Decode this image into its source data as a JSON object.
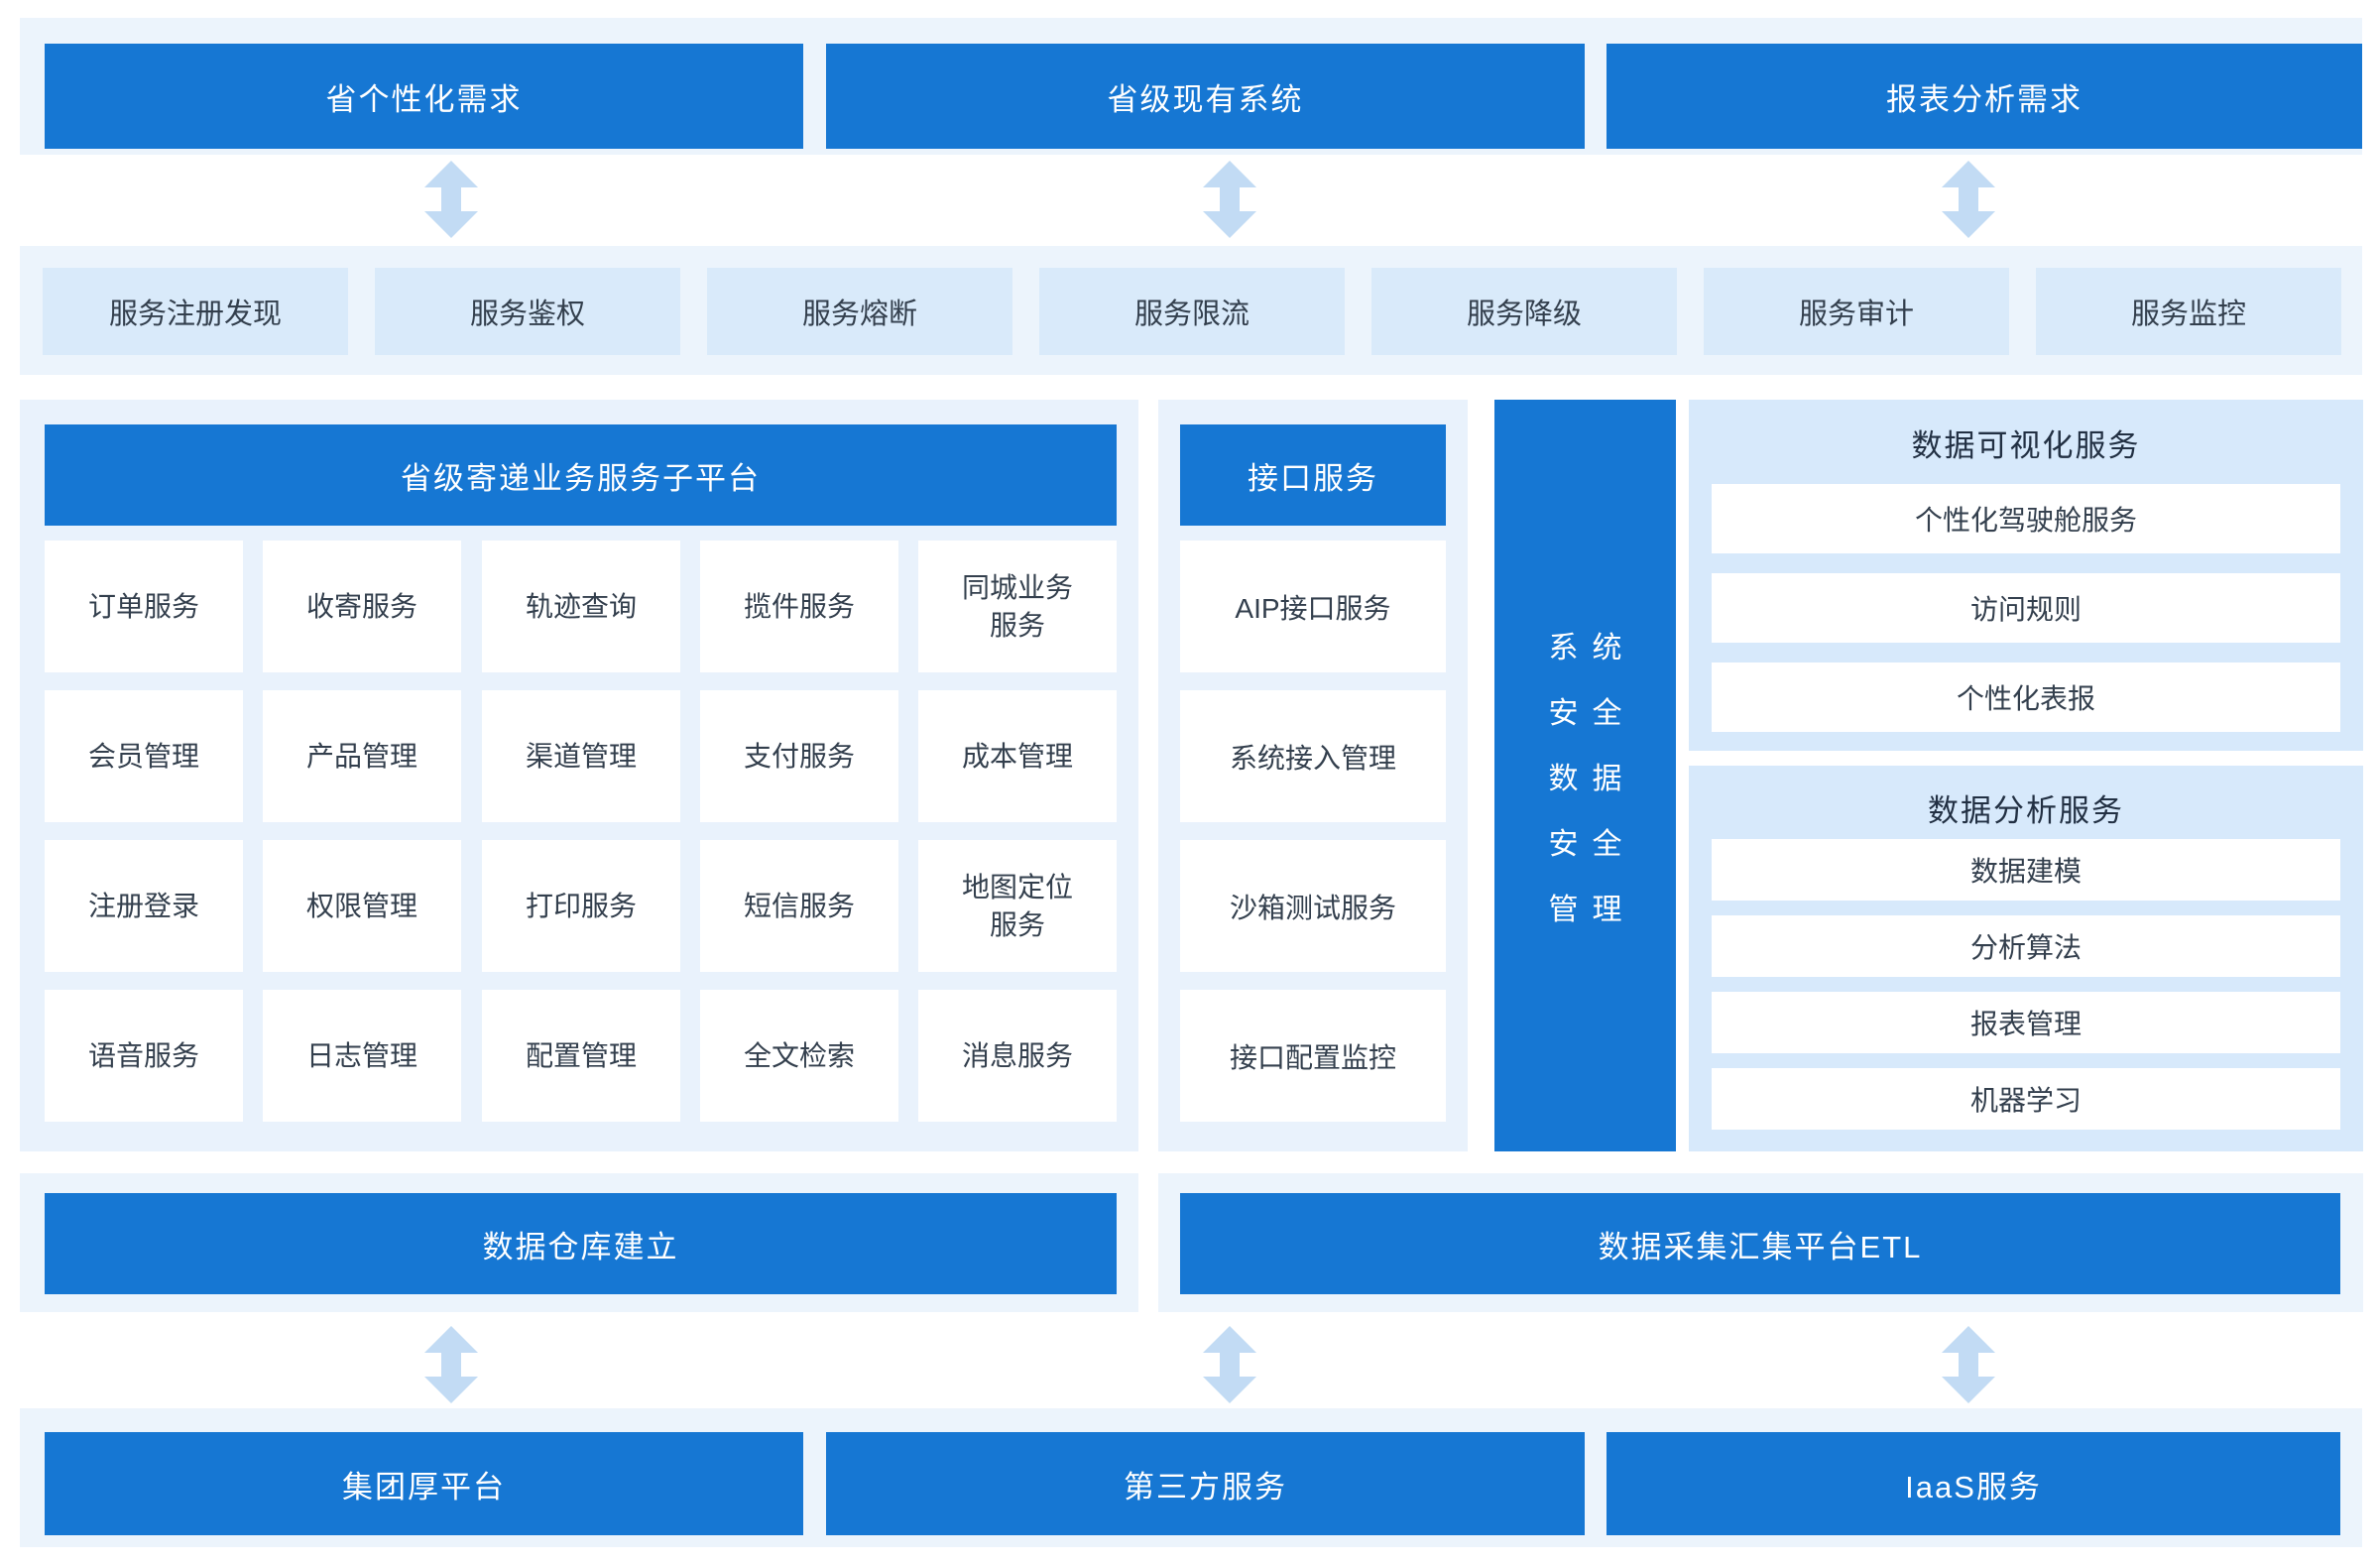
{
  "colors": {
    "accent_blue": "#1677d3",
    "band_bg": "#ecf4fc",
    "panel_bg": "#e9f2fc",
    "tile_bg": "#d9eafa",
    "right_panel_bg": "#d7e9fb",
    "arrow_blue": "#c2dbf4",
    "text_dark": "#333f4d",
    "title_dark": "#223043"
  },
  "top_row": [
    "省个性化需求",
    "省级现有系统",
    "报表分析需求"
  ],
  "service_gateway": [
    "服务注册发现",
    "服务鉴权",
    "服务熔断",
    "服务限流",
    "服务降级",
    "服务审计",
    "服务监控"
  ],
  "platform": {
    "title": "省级寄递业务服务子平台",
    "services": [
      "订单服务",
      "收寄服务",
      "轨迹查询",
      "揽件服务",
      "同城业务服务",
      "会员管理",
      "产品管理",
      "渠道管理",
      "支付服务",
      "成本管理",
      "注册登录",
      "权限管理",
      "打印服务",
      "短信服务",
      "地图定位服务",
      "语音服务",
      "日志管理",
      "配置管理",
      "全文检索",
      "消息服务"
    ]
  },
  "interface_panel": {
    "title": "接口服务",
    "services": [
      "AIP接口服务",
      "系统接入管理",
      "沙箱测试服务",
      "接口配置监控"
    ]
  },
  "security_bar": {
    "lines": [
      "系统",
      "安全",
      "数据",
      "安全",
      "管理"
    ]
  },
  "data_visualization": {
    "title": "数据可视化服务",
    "services": [
      "个性化驾驶舱服务",
      "访问规则",
      "个性化表报"
    ]
  },
  "data_analysis": {
    "title": "数据分析服务",
    "services": [
      "数据建模",
      "分析算法",
      "报表管理",
      "机器学习"
    ]
  },
  "data_warehouse_label": "数据仓库建立",
  "etl_label": "数据采集汇集平台ETL",
  "bottom_row": [
    "集团厚平台",
    "第三方服务",
    "IaaS服务"
  ]
}
